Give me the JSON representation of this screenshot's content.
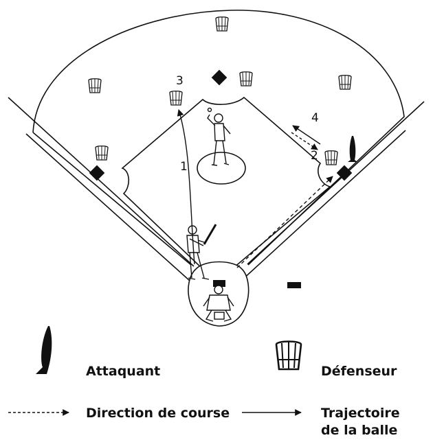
{
  "diagram": {
    "step_labels": {
      "hit": "1",
      "catch_first": "2",
      "catch_outfield": "3",
      "throw_exchange": "4"
    }
  },
  "legend": {
    "attacker_label": "Attaquant",
    "defender_label": "Défenseur",
    "run_direction_label": "Direction de course",
    "ball_trajectory_label_line1": "Trajectoire",
    "ball_trajectory_label_line2": "de la balle"
  }
}
